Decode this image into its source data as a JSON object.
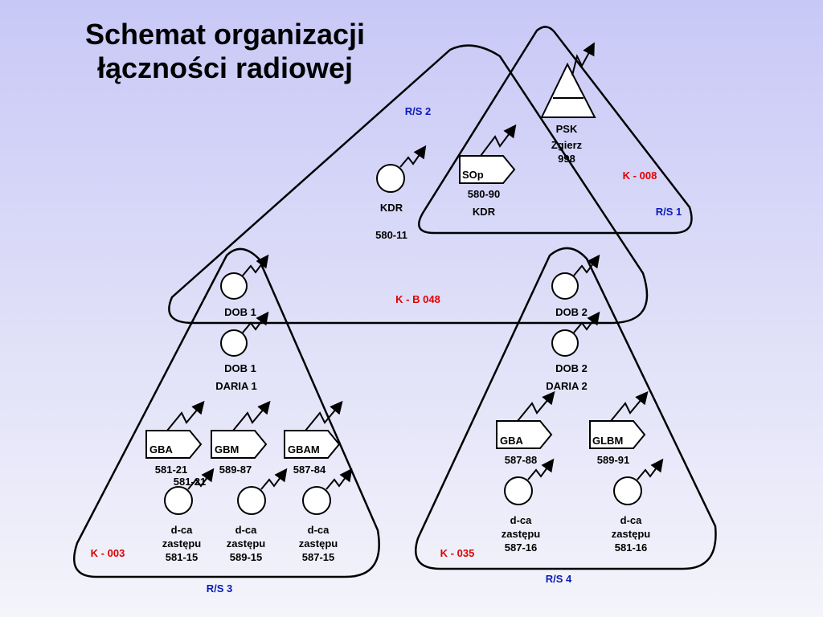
{
  "title": {
    "line1": "Schemat organizacji",
    "line2": "łączności radiowej"
  },
  "colors": {
    "network_label": "#0a1ab8",
    "channel_label": "#e00000"
  },
  "networks": {
    "rs1": "R/S 1",
    "rs2": "R/S 2",
    "rs3": "R/S 3",
    "rs4": "R/S 4"
  },
  "channels": {
    "k008": "K -  008",
    "kb048": "K - B 048",
    "k003": "K -  003",
    "k035": "K - 035"
  },
  "stations": {
    "psk": {
      "name": "PSK",
      "place": "Zgierz",
      "number": "998"
    },
    "sop": {
      "name": "SOp",
      "number": "580-90",
      "place": "KDR"
    },
    "kdr": {
      "name": "KDR",
      "number": "580-11"
    },
    "dob1_upper": {
      "name": "DOB 1"
    },
    "dob2_upper": {
      "name": "DOB 2"
    },
    "dob1": {
      "name": "DOB 1",
      "call": "DARIA 1"
    },
    "dob2": {
      "name": "DOB 2",
      "call": "DARIA 2"
    },
    "gba_left": {
      "name": "GBA",
      "number": "581-21",
      "number_overlap": "581-21"
    },
    "gbm": {
      "name": "GBM",
      "number": "589-87"
    },
    "gbam": {
      "name": "GBAM",
      "number": "587-84"
    },
    "gba_right": {
      "name": "GBA",
      "number": "587-88"
    },
    "glbm": {
      "name": "GLBM",
      "number": "589-91"
    }
  },
  "deputies": {
    "d1": {
      "line1": "d-ca",
      "line2": "zastępu",
      "number": "581-15"
    },
    "d2": {
      "line1": "d-ca",
      "line2": "zastępu",
      "number": "589-15"
    },
    "d3": {
      "line1": "d-ca",
      "line2": "zastępu",
      "number": "587-15"
    },
    "d4": {
      "line1": "d-ca",
      "line2": "zastępu",
      "number": "587-16"
    },
    "d5": {
      "line1": "d-ca",
      "line2": "zastępu",
      "number": "581-16"
    }
  }
}
